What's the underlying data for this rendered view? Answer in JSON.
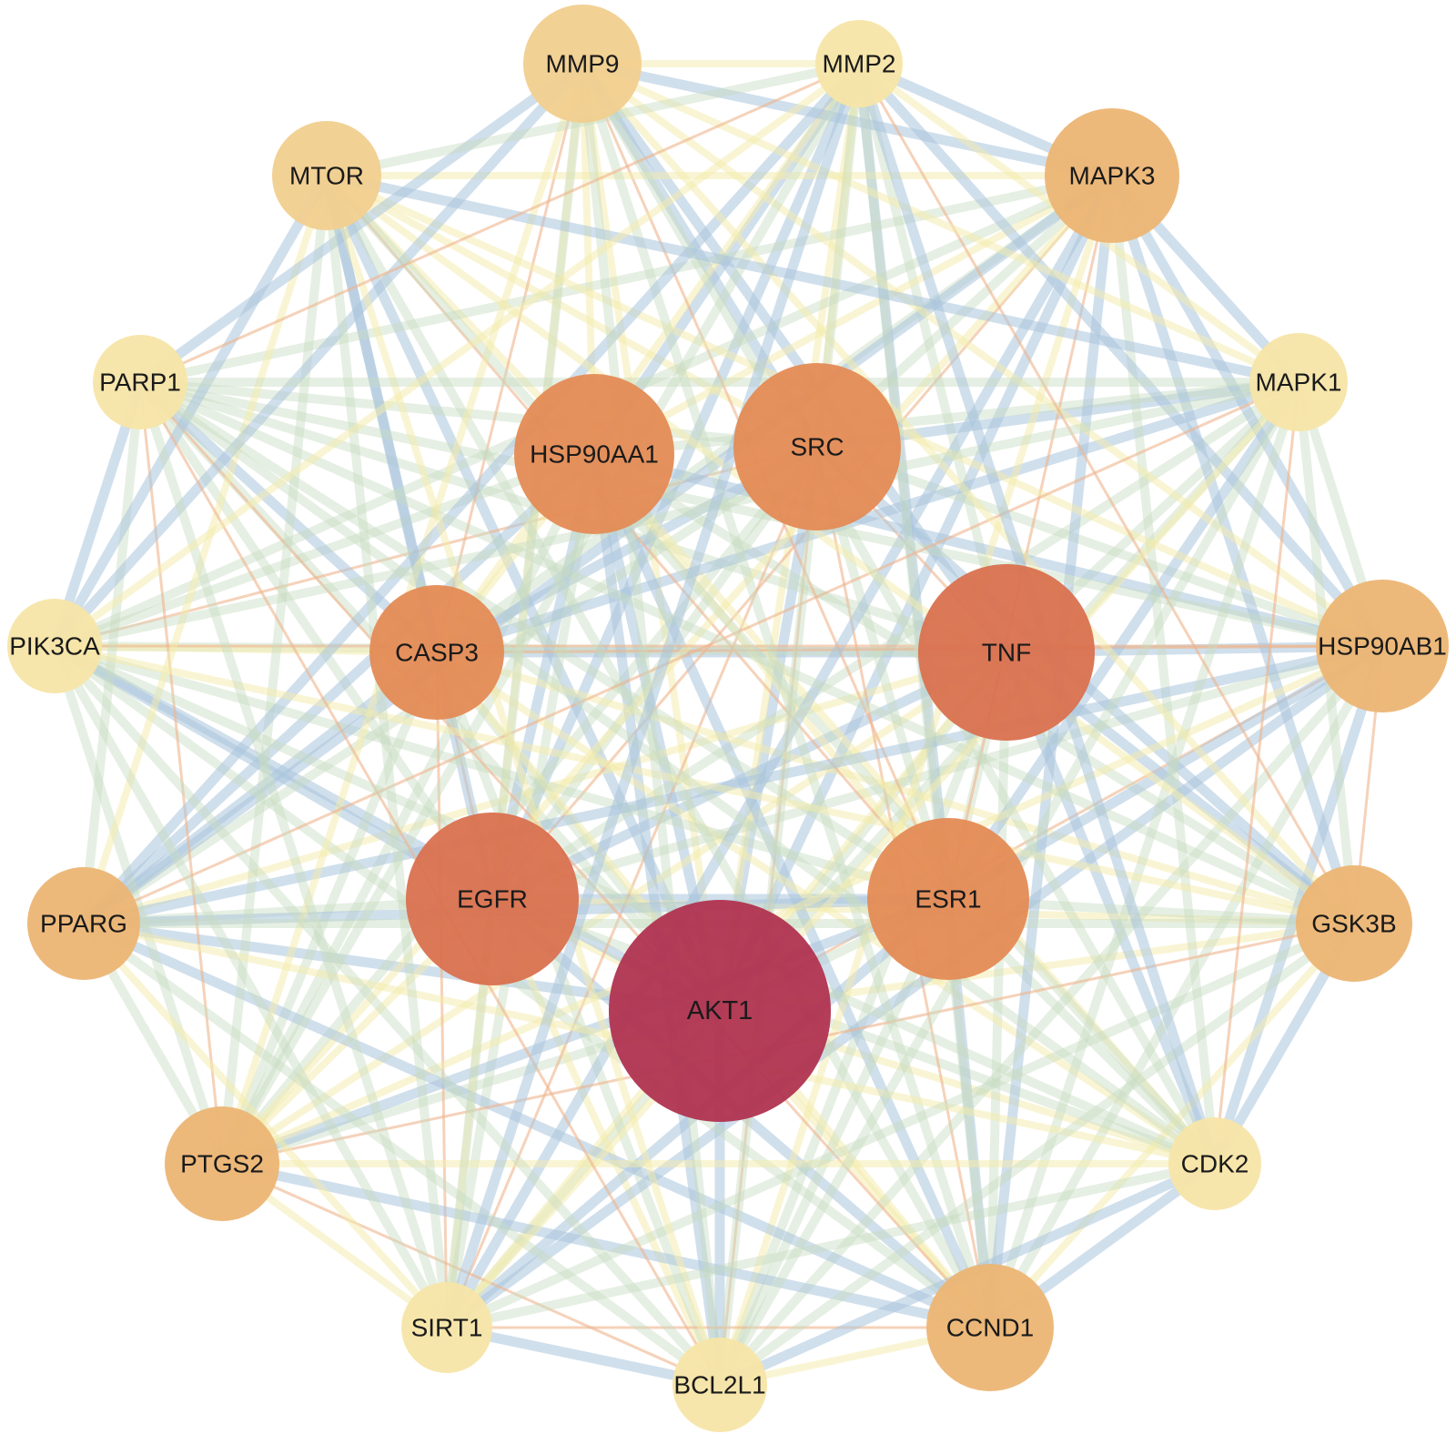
{
  "palette": {
    "edge_blue": "#a9c4dd",
    "edge_green": "#c8dcc0",
    "edge_yellow": "#f3ecaa",
    "edge_orange": "#eeb48c",
    "node_pale": "#f7e5a8",
    "node_light": "#f1cf8f",
    "node_mid": "#ecb574",
    "node_orange": "#e48b55",
    "node_deep": "#d9714f",
    "node_hub": "#b03350"
  },
  "nodes": [
    {
      "id": "AKT1",
      "label": "AKT1",
      "color": "node_hub"
    },
    {
      "id": "TNF",
      "label": "TNF",
      "color": "node_deep"
    },
    {
      "id": "EGFR",
      "label": "EGFR",
      "color": "node_deep"
    },
    {
      "id": "SRC",
      "label": "SRC",
      "color": "node_orange"
    },
    {
      "id": "HSP90AA1",
      "label": "HSP90AA1",
      "color": "node_orange"
    },
    {
      "id": "CASP3",
      "label": "CASP3",
      "color": "node_orange"
    },
    {
      "id": "ESR1",
      "label": "ESR1",
      "color": "node_orange"
    },
    {
      "id": "MAPK3",
      "label": "MAPK3",
      "color": "node_mid"
    },
    {
      "id": "HSP90AB1",
      "label": "HSP90AB1",
      "color": "node_mid"
    },
    {
      "id": "CCND1",
      "label": "CCND1",
      "color": "node_mid"
    },
    {
      "id": "PTGS2",
      "label": "PTGS2",
      "color": "node_mid"
    },
    {
      "id": "PPARG",
      "label": "PPARG",
      "color": "node_mid"
    },
    {
      "id": "GSK3B",
      "label": "GSK3B",
      "color": "node_mid"
    },
    {
      "id": "MMP9",
      "label": "MMP9",
      "color": "node_light"
    },
    {
      "id": "MTOR",
      "label": "MTOR",
      "color": "node_light"
    },
    {
      "id": "MAPK1",
      "label": "MAPK1",
      "color": "node_pale"
    },
    {
      "id": "PARP1",
      "label": "PARP1",
      "color": "node_pale"
    },
    {
      "id": "MMP2",
      "label": "MMP2",
      "color": "node_pale"
    },
    {
      "id": "PIK3CA",
      "label": "PIK3CA",
      "color": "node_pale"
    },
    {
      "id": "CDK2",
      "label": "CDK2",
      "color": "node_pale"
    },
    {
      "id": "SIRT1",
      "label": "SIRT1",
      "color": "node_pale"
    },
    {
      "id": "BCL2L1",
      "label": "BCL2L1",
      "color": "node_pale"
    }
  ]
}
